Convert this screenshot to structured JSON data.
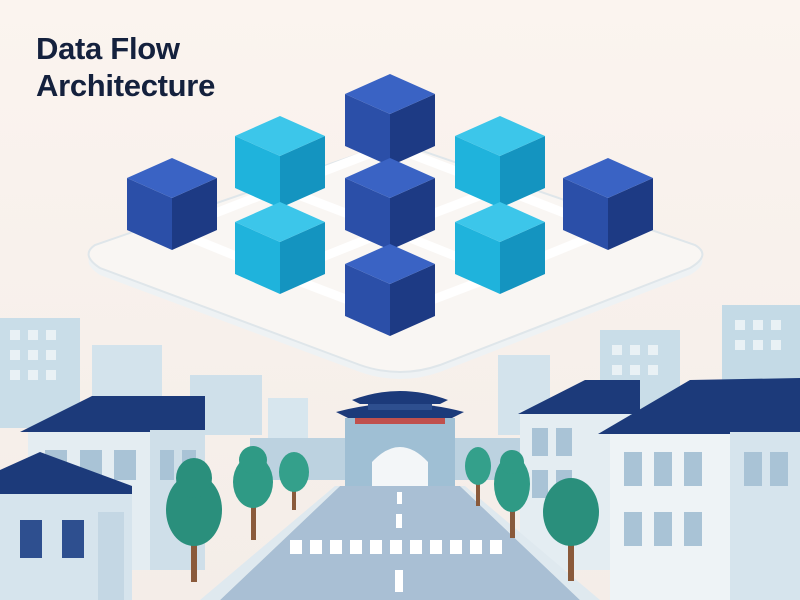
{
  "title": {
    "line1": "Data Flow",
    "line2": "Architecture"
  },
  "palette": {
    "background": "#fbf4ef",
    "title_text": "#14213d",
    "node_dark": "#2b4fa8",
    "node_light": "#1fb3dc",
    "connector": "#ffffff",
    "platform": "#f6f1ee",
    "building_far": "#c9dde8",
    "building_near": "#e6eef3",
    "roof": "#1c3a7a",
    "tree": "#2a8f7c",
    "road": "#a9bfd4"
  },
  "diagram": {
    "nodes": [
      {
        "id": "n-top",
        "tone": "dark"
      },
      {
        "id": "n-upper-left",
        "tone": "light"
      },
      {
        "id": "n-upper-right",
        "tone": "light"
      },
      {
        "id": "n-left",
        "tone": "dark"
      },
      {
        "id": "n-center",
        "tone": "dark"
      },
      {
        "id": "n-right",
        "tone": "dark"
      },
      {
        "id": "n-lower-left",
        "tone": "light"
      },
      {
        "id": "n-lower-right",
        "tone": "light"
      },
      {
        "id": "n-bottom",
        "tone": "dark"
      }
    ],
    "edges": [
      [
        "n-top",
        "n-upper-left"
      ],
      [
        "n-top",
        "n-upper-right"
      ],
      [
        "n-upper-left",
        "n-left"
      ],
      [
        "n-upper-left",
        "n-center"
      ],
      [
        "n-upper-right",
        "n-center"
      ],
      [
        "n-upper-right",
        "n-right"
      ],
      [
        "n-left",
        "n-lower-left"
      ],
      [
        "n-center",
        "n-lower-left"
      ],
      [
        "n-center",
        "n-lower-right"
      ],
      [
        "n-right",
        "n-lower-right"
      ],
      [
        "n-lower-left",
        "n-bottom"
      ],
      [
        "n-lower-right",
        "n-bottom"
      ]
    ]
  }
}
